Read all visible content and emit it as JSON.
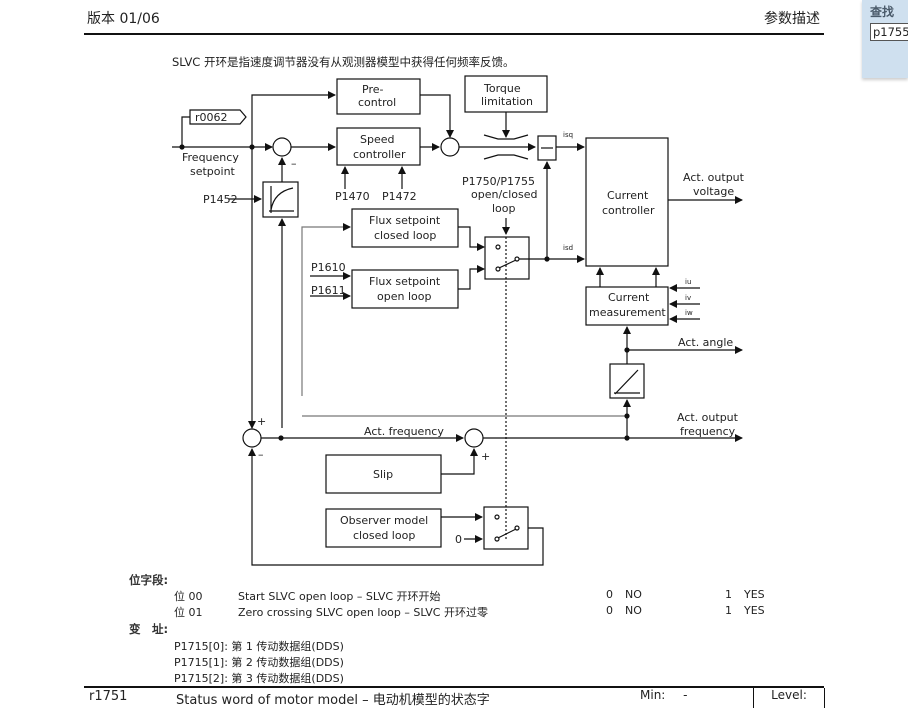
{
  "header": {
    "version": "版本 01/06",
    "section": "参数描述"
  },
  "find_panel": {
    "label": "查找",
    "value": "p1755"
  },
  "intro_text": "SLVC 开环是指速度调节器没有从观测器模型中获得任何频率反馈。",
  "diagram": {
    "blocks": {
      "precontrol": [
        "Pre-",
        "control"
      ],
      "torque_limitation": [
        "Torque",
        "limitation"
      ],
      "speed_controller": [
        "Speed",
        "controller"
      ],
      "current_controller": [
        "Current",
        "controller"
      ],
      "flux_closed": [
        "Flux setpoint",
        "closed loop"
      ],
      "flux_open": [
        "Flux setpoint",
        "open loop"
      ],
      "current_measurement": [
        "Current",
        "measurement"
      ],
      "slip": "Slip",
      "observer": [
        "Observer model",
        "closed loop"
      ]
    },
    "labels": {
      "r0062": "r0062",
      "frequency_setpoint": [
        "Frequency",
        "setpoint"
      ],
      "p1452": "P1452",
      "p1470": "P1470",
      "p1472": "P1472",
      "p1750_switch": [
        "P1750/P1755",
        "open/closed",
        "loop"
      ],
      "p1610": "P1610",
      "p1611": "P1611",
      "isq": "isq",
      "isd": "isd",
      "iu": "iu",
      "iv": "iv",
      "iw": "iw",
      "act_output_voltage": [
        "Act. output",
        "voltage"
      ],
      "act_angle": "Act. angle",
      "act_output_frequency": [
        "Act. output",
        "frequency"
      ],
      "act_frequency": "Act. frequency",
      "zero": "0",
      "plus": "+",
      "minus": "–"
    }
  },
  "bit_field": {
    "label": "位字段:",
    "rows": [
      {
        "bit": "位 00",
        "desc": "Start SLVC open loop – SLVC 开环开始",
        "v0": "0",
        "v0_label": "NO",
        "v1": "1",
        "v1_label": "YES"
      },
      {
        "bit": "位 01",
        "desc": "Zero crossing SLVC open loop – SLVC 开环过零",
        "v0": "0",
        "v0_label": "NO",
        "v1": "1",
        "v1_label": "YES"
      }
    ]
  },
  "index": {
    "label": "变　址:",
    "rows": [
      "P1715[0]: 第 1 传动数据组(DDS)",
      "P1715[1]: 第 2 传动数据组(DDS)",
      "P1715[2]: 第 3 传动数据组(DDS)"
    ]
  },
  "next_param": {
    "id": "r1751",
    "title": "Status word of motor model –  电动机模型的状态字",
    "min_label": "Min:",
    "min_value": "-",
    "level_label": "Level:"
  }
}
